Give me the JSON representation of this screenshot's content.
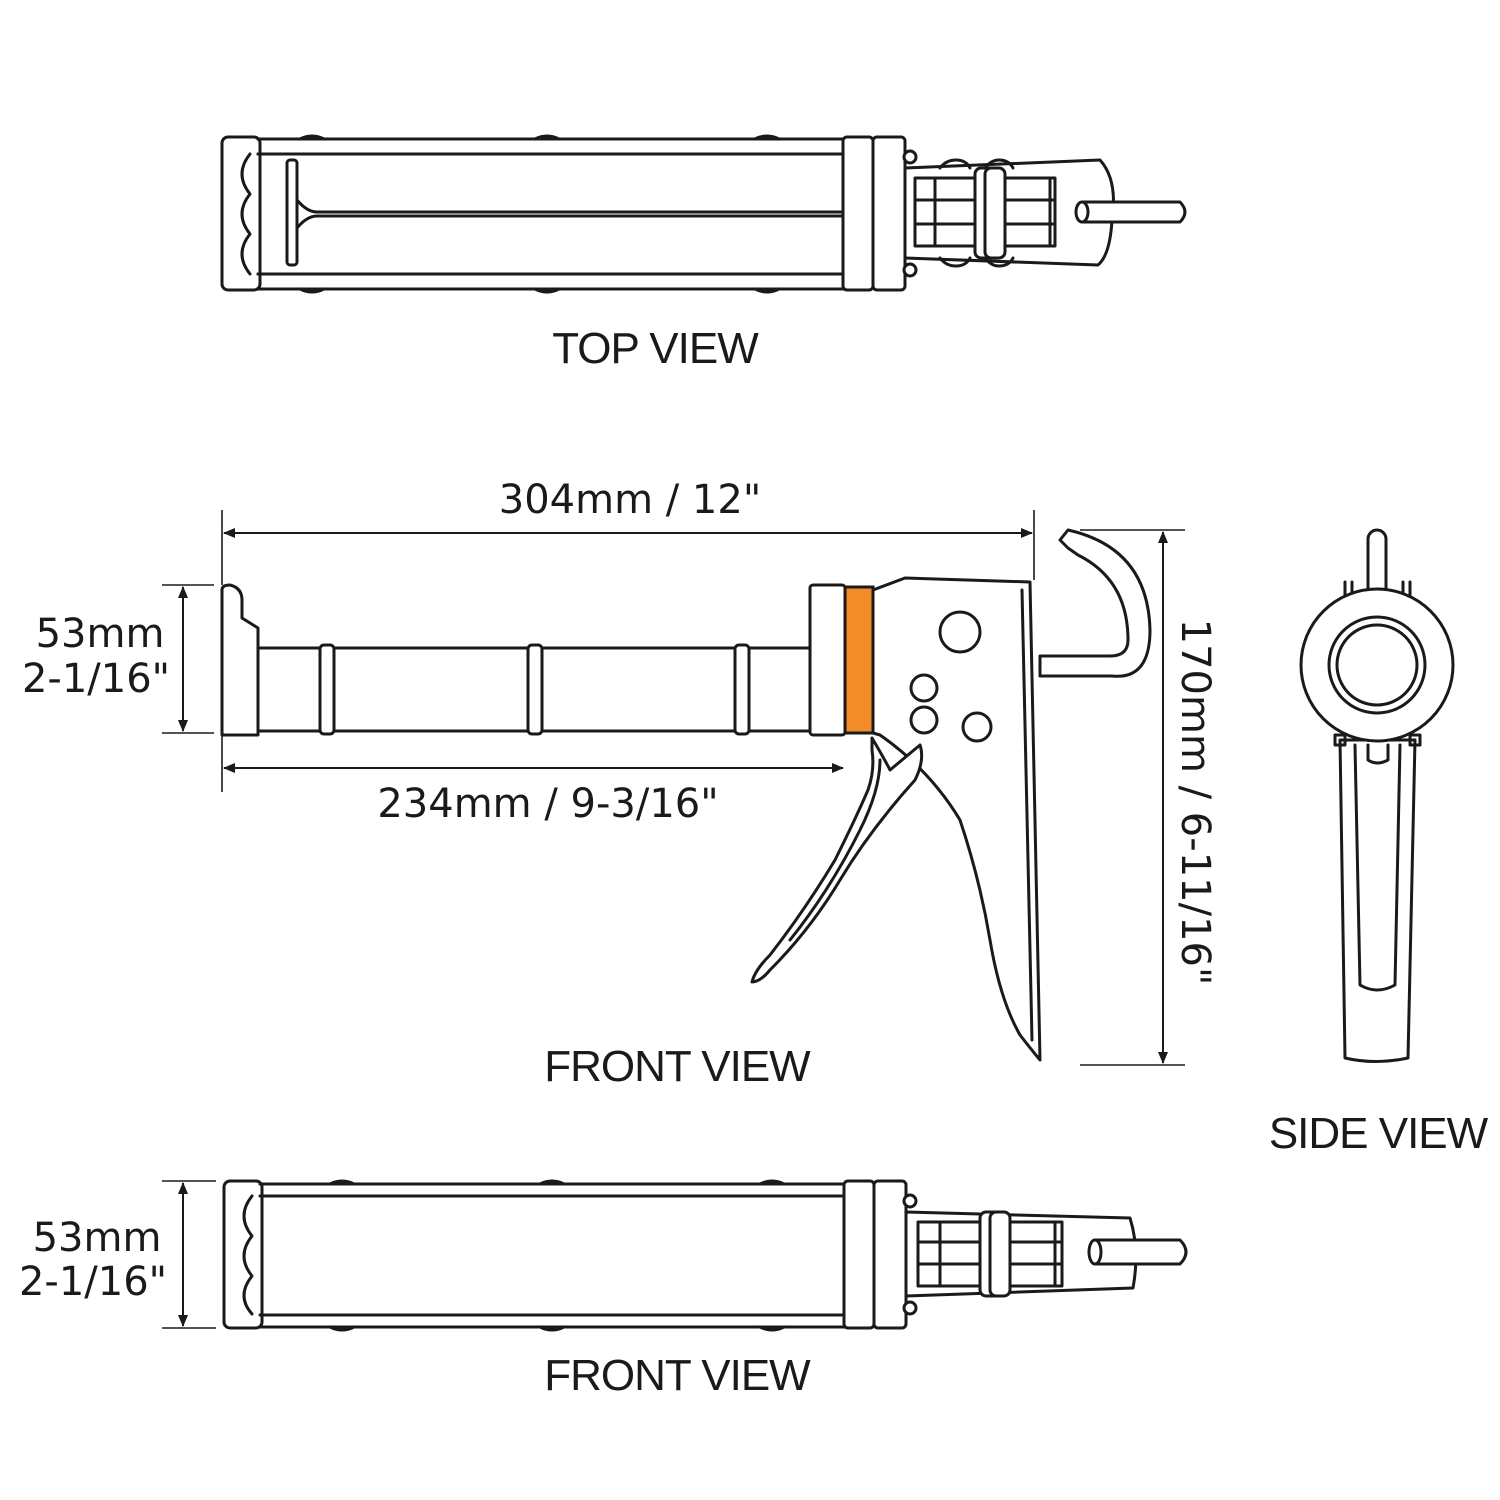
{
  "colors": {
    "stroke": "#1a1a1a",
    "accent": "#f28c28",
    "background": "#ffffff"
  },
  "views": {
    "top": {
      "label": "TOP VIEW"
    },
    "front": {
      "label": "FRONT VIEW"
    },
    "side": {
      "label": "SIDE VIEW"
    },
    "front_lower": {
      "label": "FRONT VIEW"
    }
  },
  "dimensions": {
    "overall_length": "304mm / 12\"",
    "barrel_length": "234mm / 9-3/16\"",
    "height": "170mm / 6-11/16\"",
    "barrel_diameter_mm": "53mm",
    "barrel_diameter_in": "2-1/16\"",
    "lower_diameter_mm": "53mm",
    "lower_diameter_in": "2-1/16\""
  }
}
